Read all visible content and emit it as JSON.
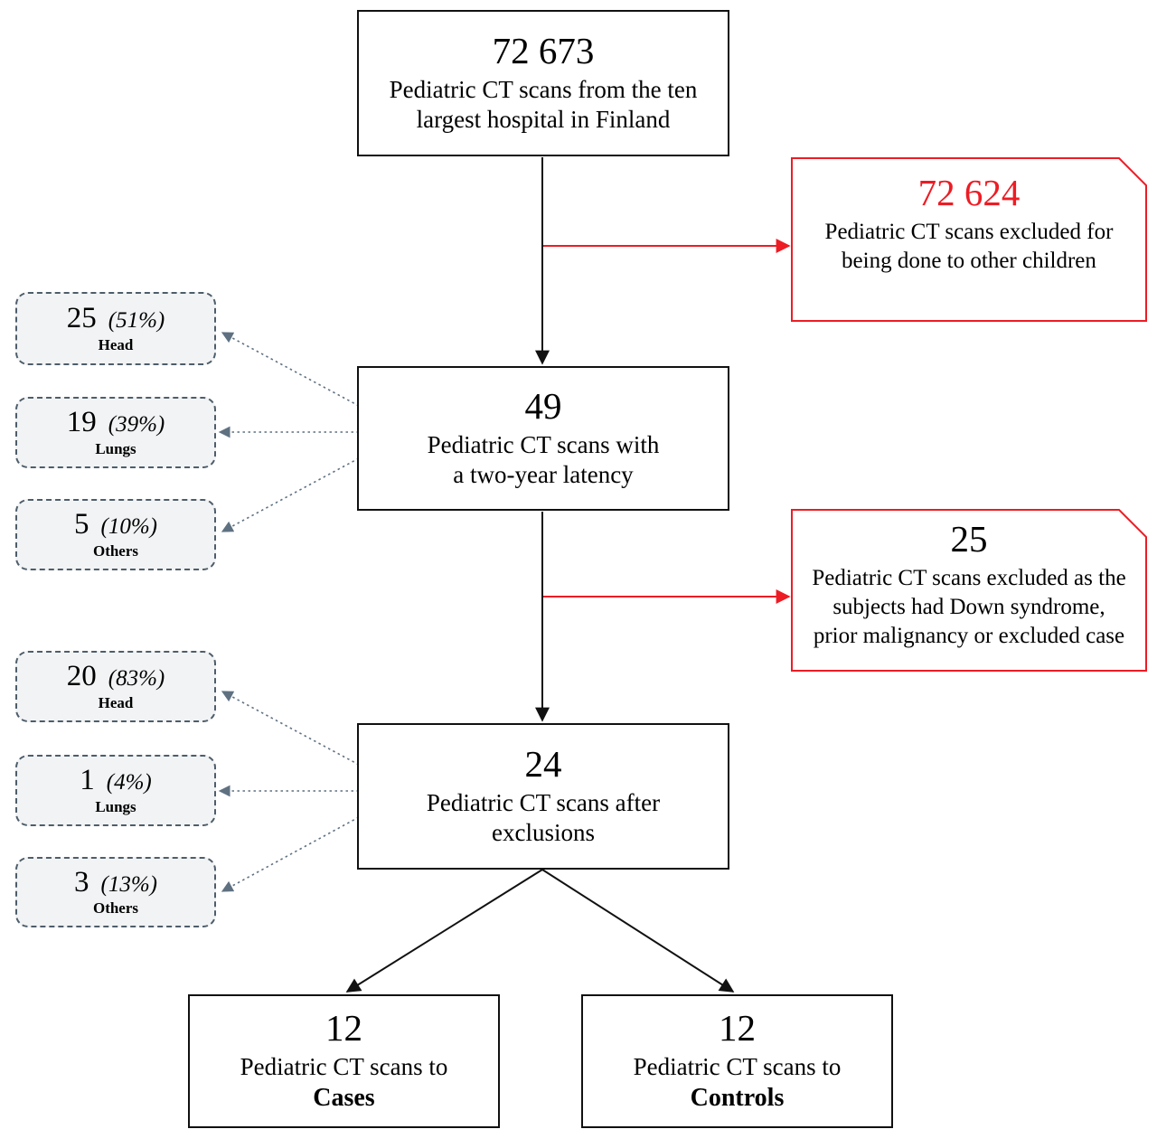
{
  "flowchart": {
    "source_box": {
      "count": "72 673",
      "line1": "Pediatric CT scans from the ten",
      "line2": "largest hospital in Finland"
    },
    "excluded_box_1": {
      "count": "72 624",
      "line1": "Pediatric CT scans excluded for",
      "line2": "being done to other children"
    },
    "latency_box": {
      "count": "49",
      "line1": "Pediatric CT scans with",
      "line2": "a two-year latency"
    },
    "excluded_box_2": {
      "count": "25",
      "line1": "Pediatric CT scans excluded as the",
      "line2": "subjects had Down syndrome,",
      "line3": "prior malignancy or excluded case"
    },
    "after_exclusions_box": {
      "count": "24",
      "line1": "Pediatric CT scans after",
      "line2": "exclusions"
    },
    "cases_box": {
      "count": "12",
      "line1": "Pediatric CT scans to",
      "line2": "Cases"
    },
    "controls_box": {
      "count": "12",
      "line1": "Pediatric CT scans to",
      "line2": "Controls"
    },
    "latency_breakdown": [
      {
        "count": "25",
        "percent": "(51%)",
        "label": "Head"
      },
      {
        "count": "19",
        "percent": "(39%)",
        "label": "Lungs"
      },
      {
        "count": "5",
        "percent": "(10%)",
        "label": "Others"
      }
    ],
    "after_exclusions_breakdown": [
      {
        "count": "20",
        "percent": "(83%)",
        "label": "Head"
      },
      {
        "count": "1",
        "percent": "(4%)",
        "label": "Lungs"
      },
      {
        "count": "3",
        "percent": "(13%)",
        "label": "Others"
      }
    ]
  },
  "colors": {
    "exclusion_red": "#ED1C24",
    "breakdown_arrow_gray": "#5F7181",
    "line_black": "#111111",
    "breakdown_fill": "#F1F3F4"
  }
}
